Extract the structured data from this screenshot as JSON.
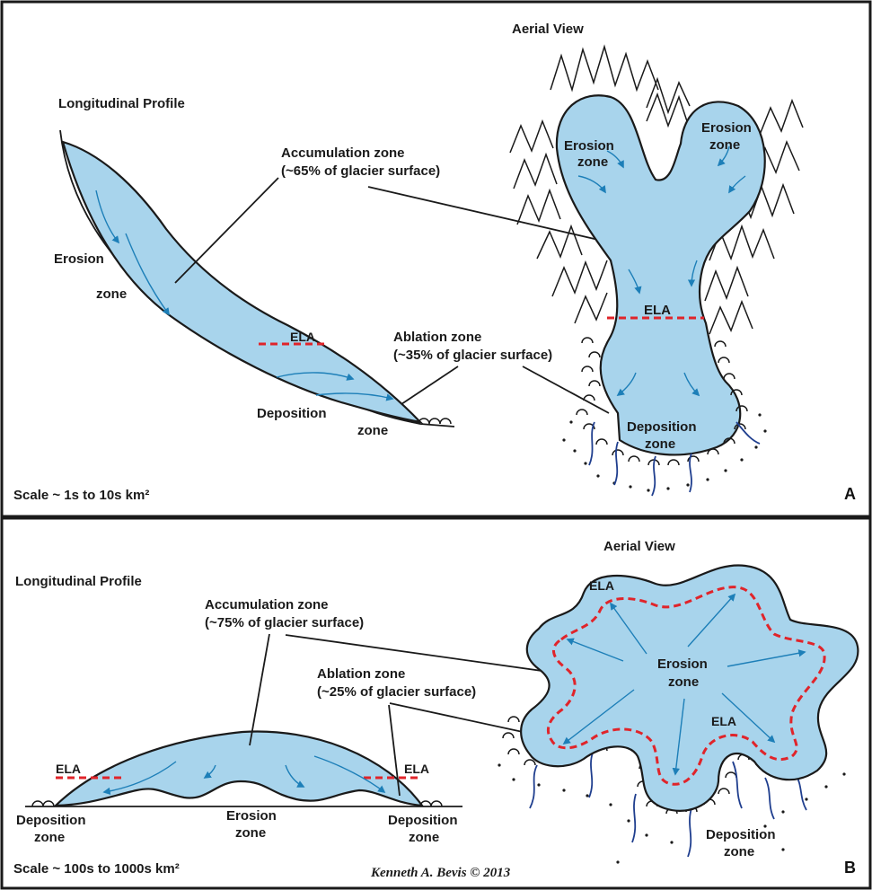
{
  "panel_a": {
    "letter": "A",
    "profile_title": "Longitudinal Profile",
    "aerial_title": "Aerial View",
    "accumulation_line1": "Accumulation zone",
    "accumulation_line2": "(~65% of glacier surface)",
    "ablation_line1": "Ablation zone",
    "ablation_line2": "(~35% of glacier surface)",
    "profile_erosion_1": "Erosion",
    "profile_erosion_2": "zone",
    "profile_deposition_1": "Deposition",
    "profile_deposition_2": "zone",
    "profile_ela": "ELA",
    "aerial_erosion_left_1": "Erosion",
    "aerial_erosion_left_2": "zone",
    "aerial_erosion_right_1": "Erosion",
    "aerial_erosion_right_2": "zone",
    "aerial_ela": "ELA",
    "aerial_deposition_1": "Deposition",
    "aerial_deposition_2": "zone",
    "scale": "Scale ~ 1s to 10s km²"
  },
  "panel_b": {
    "letter": "B",
    "profile_title": "Longitudinal Profile",
    "aerial_title": "Aerial View",
    "accumulation_line1": "Accumulation zone",
    "accumulation_line2": "(~75% of glacier surface)",
    "ablation_line1": "Ablation zone",
    "ablation_line2": "(~25% of glacier surface)",
    "profile_ela_left": "ELA",
    "profile_ela_right": "ELA",
    "profile_dep_left_1": "Deposition",
    "profile_dep_left_2": "zone",
    "profile_erosion_1": "Erosion",
    "profile_erosion_2": "zone",
    "profile_dep_right_1": "Deposition",
    "profile_dep_right_2": "zone",
    "aerial_ela_top": "ELA",
    "aerial_ela_bottom": "ELA",
    "aerial_erosion_1": "Erosion",
    "aerial_erosion_2": "zone",
    "aerial_deposition_1": "Deposition",
    "aerial_deposition_2": "zone",
    "scale": "Scale ~ 100s to 1000s km²"
  },
  "credit": "Kenneth A. Bevis © 2013",
  "colors": {
    "ice": "#a8d4ec",
    "ela_line": "#e0242a",
    "flow_arrow": "#1d7fb8",
    "meltwater_stream": "#1f3e8e"
  }
}
